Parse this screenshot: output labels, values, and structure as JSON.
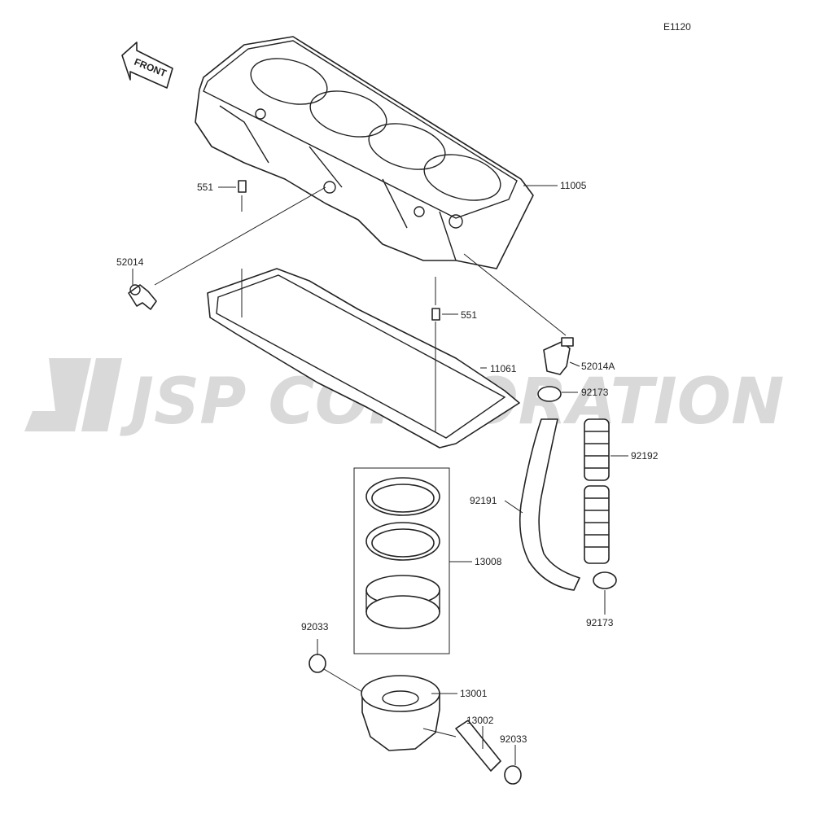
{
  "diagram_code": "E1120",
  "front_label": "FRONT",
  "watermark": "JSP CORPORATION",
  "parts": {
    "p11005": "11005",
    "p551_top": "551",
    "p52014": "52014",
    "p551_mid": "551",
    "p11061": "11061",
    "p52014A": "52014A",
    "p92173_top": "92173",
    "p92192": "92192",
    "p92191": "92191",
    "p13008": "13008",
    "p92173_bottom": "92173",
    "p92033_left": "92033",
    "p13001": "13001",
    "p13002": "13002",
    "p92033_right": "92033"
  },
  "colors": {
    "line": "#222222",
    "watermark": "#d9d9d9",
    "background": "#ffffff"
  }
}
